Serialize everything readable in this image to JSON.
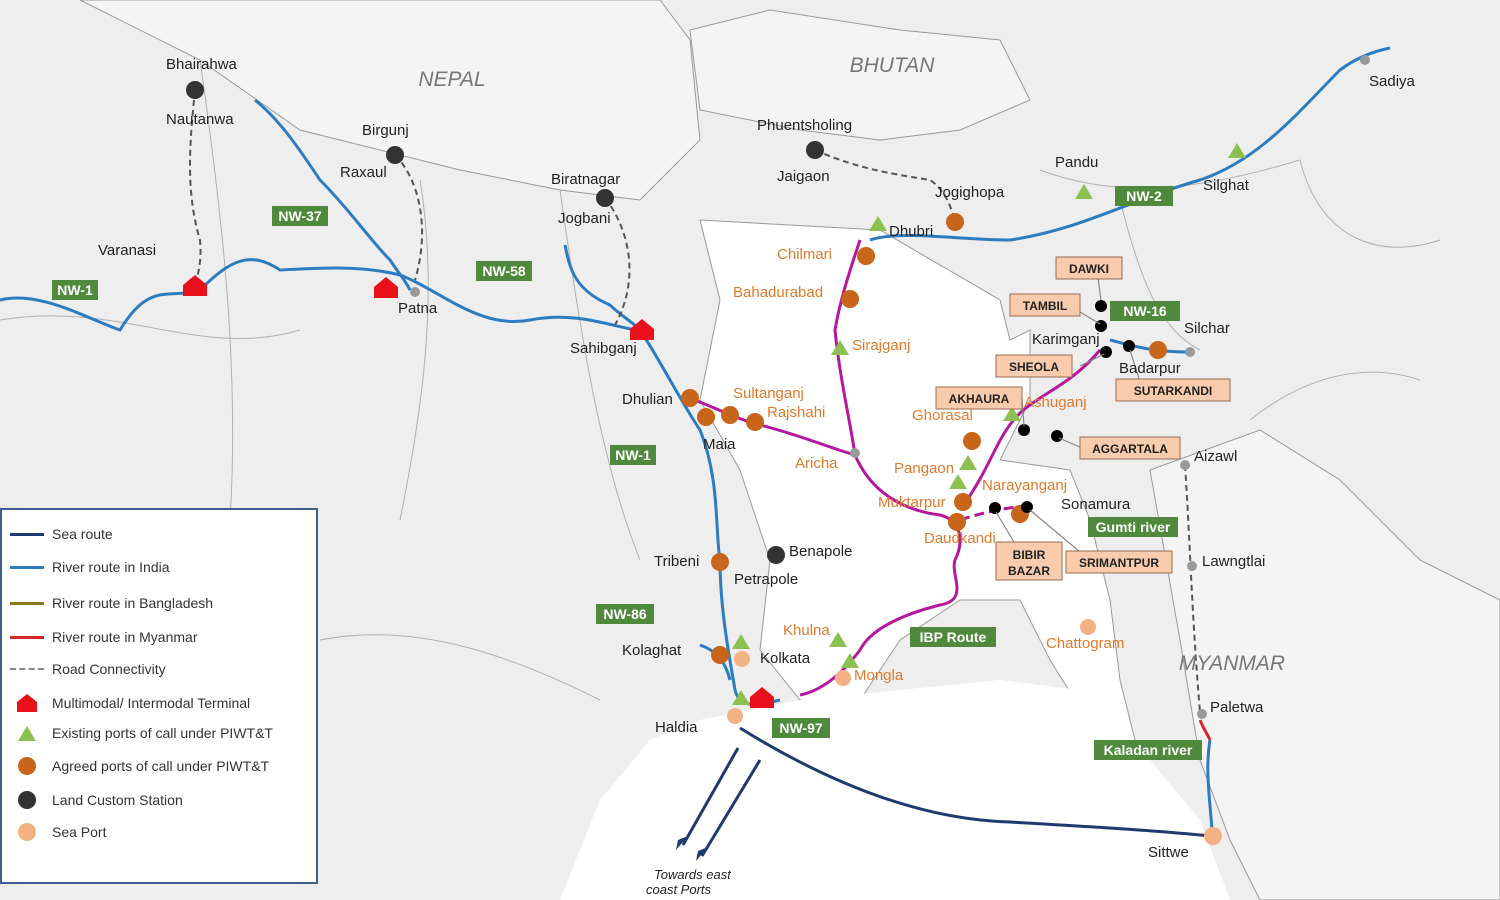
{
  "colors": {
    "sea_route": "#1f3a6e",
    "river_india": "#2b7cc1",
    "river_bangladesh": "#8b7a1a",
    "river_myanmar": "#d62728",
    "road": "#555555",
    "ibp_route": "#b5179e",
    "terminal": "#e8101a",
    "existing_port": "#8cc152",
    "agreed_port": "#c9651a",
    "land_customs": "#333333",
    "sea_port": "#f4b183",
    "nw_label_bg": "#4f8a3c",
    "callout_bg": "#f8cbad",
    "country_label": "#777777",
    "orange_text": "#e07a2b"
  },
  "countries": [
    {
      "id": "nepal",
      "label": "NEPAL"
    },
    {
      "id": "bhutan",
      "label": "BHUTAN"
    },
    {
      "id": "myanmar",
      "label": "MYANMAR"
    }
  ],
  "nw_labels": [
    {
      "id": "nw-1-west",
      "label": "NW-1"
    },
    {
      "id": "nw-37",
      "label": "NW-37"
    },
    {
      "id": "nw-58",
      "label": "NW-58"
    },
    {
      "id": "nw-1-south",
      "label": "NW-1"
    },
    {
      "id": "nw-86",
      "label": "NW-86"
    },
    {
      "id": "nw-97",
      "label": "NW-97"
    },
    {
      "id": "nw-2",
      "label": "NW-2"
    },
    {
      "id": "nw-16",
      "label": "NW-16"
    },
    {
      "id": "ibp-route",
      "label": "IBP Route"
    },
    {
      "id": "gumti-river",
      "label": "Gumti river"
    },
    {
      "id": "kaladan-river",
      "label": "Kaladan river"
    }
  ],
  "callouts": [
    {
      "id": "dawki",
      "label": "DAWKI"
    },
    {
      "id": "tambil",
      "label": "TAMBIL"
    },
    {
      "id": "sheola",
      "label": "SHEOLA"
    },
    {
      "id": "sutarkandi",
      "label": "SUTARKANDI"
    },
    {
      "id": "akhaura",
      "label": "AKHAURA"
    },
    {
      "id": "aggartala",
      "label": "AGGARTALA"
    },
    {
      "id": "bibir-bazar",
      "lines": [
        "BIBIR",
        "BAZAR"
      ]
    },
    {
      "id": "srimantpur",
      "label": "SRIMANTPUR"
    }
  ],
  "places_dark": [
    {
      "id": "bhairahwa",
      "label": "Bhairahwa"
    },
    {
      "id": "nautanwa",
      "label": "Nautanwa"
    },
    {
      "id": "birgunj",
      "label": "Birgunj"
    },
    {
      "id": "raxaul",
      "label": "Raxaul"
    },
    {
      "id": "varanasi",
      "label": "Varanasi"
    },
    {
      "id": "patna",
      "label": "Patna"
    },
    {
      "id": "biratnagar",
      "label": "Biratnagar"
    },
    {
      "id": "jogbani",
      "label": "Jogbani"
    },
    {
      "id": "sahibganj",
      "label": "Sahibganj"
    },
    {
      "id": "phuentsholing",
      "label": "Phuentsholing"
    },
    {
      "id": "jaigaon",
      "label": "Jaigaon"
    },
    {
      "id": "jogighopa",
      "label": "Jogighopa"
    },
    {
      "id": "dhubri",
      "label": "Dhubri"
    },
    {
      "id": "pandu",
      "label": "Pandu"
    },
    {
      "id": "silghat",
      "label": "Silghat"
    },
    {
      "id": "sadiya",
      "label": "Sadiya"
    },
    {
      "id": "karimganj",
      "label": "Karimganj"
    },
    {
      "id": "silchar",
      "label": "Silchar"
    },
    {
      "id": "badarpur",
      "label": "Badarpur"
    },
    {
      "id": "dhulian",
      "label": "Dhulian"
    },
    {
      "id": "maia",
      "label": "Maia"
    },
    {
      "id": "aizawl",
      "label": "Aizawl"
    },
    {
      "id": "sonamura",
      "label": "Sonamura"
    },
    {
      "id": "tribeni",
      "label": "Tribeni"
    },
    {
      "id": "benapole",
      "label": "Benapole"
    },
    {
      "id": "petrapole",
      "label": "Petrapole"
    },
    {
      "id": "lawngtlai",
      "label": "Lawngtlai"
    },
    {
      "id": "kolaghat",
      "label": "Kolaghat"
    },
    {
      "id": "kolkata",
      "label": "Kolkata"
    },
    {
      "id": "haldia",
      "label": "Haldia"
    },
    {
      "id": "paletwa",
      "label": "Paletwa"
    },
    {
      "id": "sittwe",
      "label": "Sittwe"
    }
  ],
  "places_orange": [
    {
      "id": "chilmari",
      "label": "Chilmari"
    },
    {
      "id": "bahadurabad",
      "label": "Bahadurabad"
    },
    {
      "id": "sirajganj",
      "label": "Sirajganj"
    },
    {
      "id": "sultanganj",
      "label": "Sultanganj"
    },
    {
      "id": "rajshahi",
      "label": "Rajshahi"
    },
    {
      "id": "aricha",
      "label": "Aricha"
    },
    {
      "id": "ghorasal",
      "label": "Ghorasal"
    },
    {
      "id": "ashuganj",
      "label": "Ashuganj"
    },
    {
      "id": "pangaon",
      "label": "Pangaon"
    },
    {
      "id": "narayanganj",
      "label": "Narayanganj"
    },
    {
      "id": "muktarpur",
      "label": "Muktarpur"
    },
    {
      "id": "daudkandi",
      "label": "Daudkandi"
    },
    {
      "id": "khulna",
      "label": "Khulna"
    },
    {
      "id": "mongla",
      "label": "Mongla"
    },
    {
      "id": "chattogram",
      "label": "Chattogram"
    }
  ],
  "annotation": {
    "lines": [
      "Towards east",
      "coast Ports"
    ]
  },
  "legend": {
    "items": [
      {
        "id": "sea-route",
        "symbol": "line",
        "color_key": "sea_route",
        "label": "Sea route"
      },
      {
        "id": "river-india",
        "symbol": "line",
        "color_key": "river_india",
        "label": "River route in India"
      },
      {
        "id": "river-bangladesh",
        "symbol": "line",
        "color_key": "river_bangladesh",
        "label": "River route in Bangladesh"
      },
      {
        "id": "river-myanmar",
        "symbol": "line",
        "color_key": "river_myanmar",
        "label": "River route in Myanmar"
      },
      {
        "id": "road",
        "symbol": "dash",
        "color_key": "road",
        "label": "Road Connectivity"
      },
      {
        "id": "terminal",
        "symbol": "house",
        "color_key": "terminal",
        "label": "Multimodal/ Intermodal Terminal"
      },
      {
        "id": "existing-port",
        "symbol": "triangle",
        "color_key": "existing_port",
        "label": "Existing ports of call under PIWT&T"
      },
      {
        "id": "agreed-port",
        "symbol": "dot",
        "color_key": "agreed_port",
        "label": "Agreed ports of call under PIWT&T"
      },
      {
        "id": "land-customs",
        "symbol": "dot",
        "color_key": "land_customs",
        "label": "Land Custom Station"
      },
      {
        "id": "sea-port",
        "symbol": "dot",
        "color_key": "sea_port",
        "label": "Sea Port"
      }
    ]
  }
}
